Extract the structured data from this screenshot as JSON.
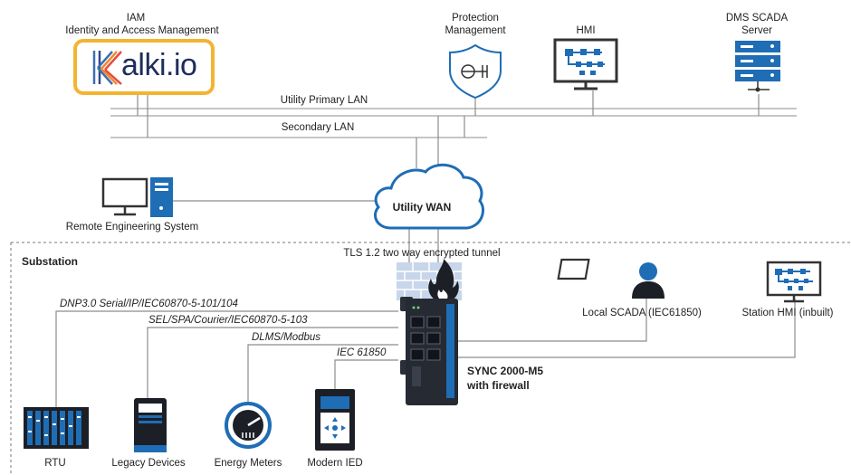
{
  "top": {
    "iam_title": "IAM",
    "iam_subtitle": "Identity and Access Management",
    "iam_logo_text": "alki.io",
    "protection_line1": "Protection",
    "protection_line2": "Management",
    "hmi": "HMI",
    "dms_line1": "DMS SCADA",
    "dms_line2": "Server",
    "primary_lan": "Utility Primary LAN",
    "secondary_lan": "Secondary LAN"
  },
  "wan": {
    "label": "Utility WAN",
    "remote": "Remote Engineering System",
    "tunnel": "TLS 1.2 two way encrypted tunnel"
  },
  "substation": {
    "title": "Substation",
    "protocols": [
      "DNP3.0 Serial/IP/IEC60870-5-101/104",
      "SEL/SPA/Courier/IEC60870-5-103",
      "DLMS/Modbus",
      "IEC 61850"
    ],
    "devices": [
      "RTU",
      "Legacy Devices",
      "Energy Meters",
      "Modern IED"
    ],
    "gateway_line1": "SYNC 2000-M5",
    "gateway_line2": "with firewall",
    "local_scada": "Local SCADA (IEC61850)",
    "station_hmi": "Station HMI (inbuilt)"
  },
  "colors": {
    "accent_blue": "#1f6db5",
    "iam_border": "#f2b431",
    "line": "#9a9a9a",
    "device_dark": "#252a33",
    "firewall": "#c7d6ea"
  },
  "icons": [
    "kalki-logo",
    "shield-icon",
    "hmi-monitor-icon",
    "server-icon",
    "cloud-icon",
    "workstation-icon",
    "firewall-icon",
    "flame-icon",
    "gateway-device",
    "operator-icon",
    "rtu-icon",
    "legacy-device-icon",
    "energy-meter-icon",
    "ied-icon"
  ]
}
